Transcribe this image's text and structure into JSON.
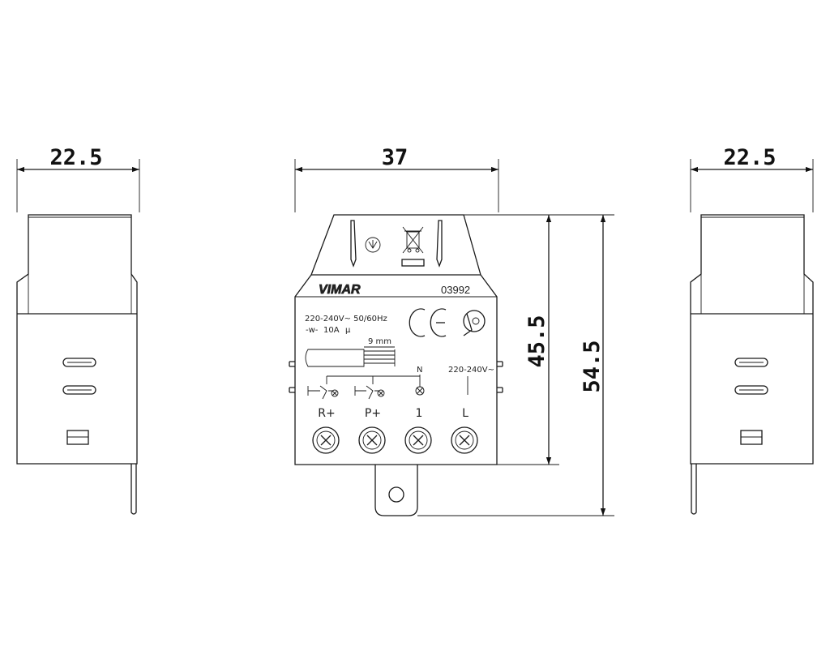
{
  "dimensions": {
    "left_width": "22.5",
    "front_width": "37",
    "right_width": "22.5",
    "body_height": "45.5",
    "total_height": "54.5"
  },
  "device": {
    "brand": "VIMAR",
    "code": "03992",
    "rating_line1": "220-240V~ 50/60Hz",
    "rating_line2": "10A",
    "rating_symbol": "-w-",
    "rating_mu": "μ",
    "strip_length": "9 mm",
    "neutral_label": "N",
    "supply_label": "220-240V~",
    "terminals": [
      "R+",
      "P+",
      "1",
      "L"
    ]
  }
}
